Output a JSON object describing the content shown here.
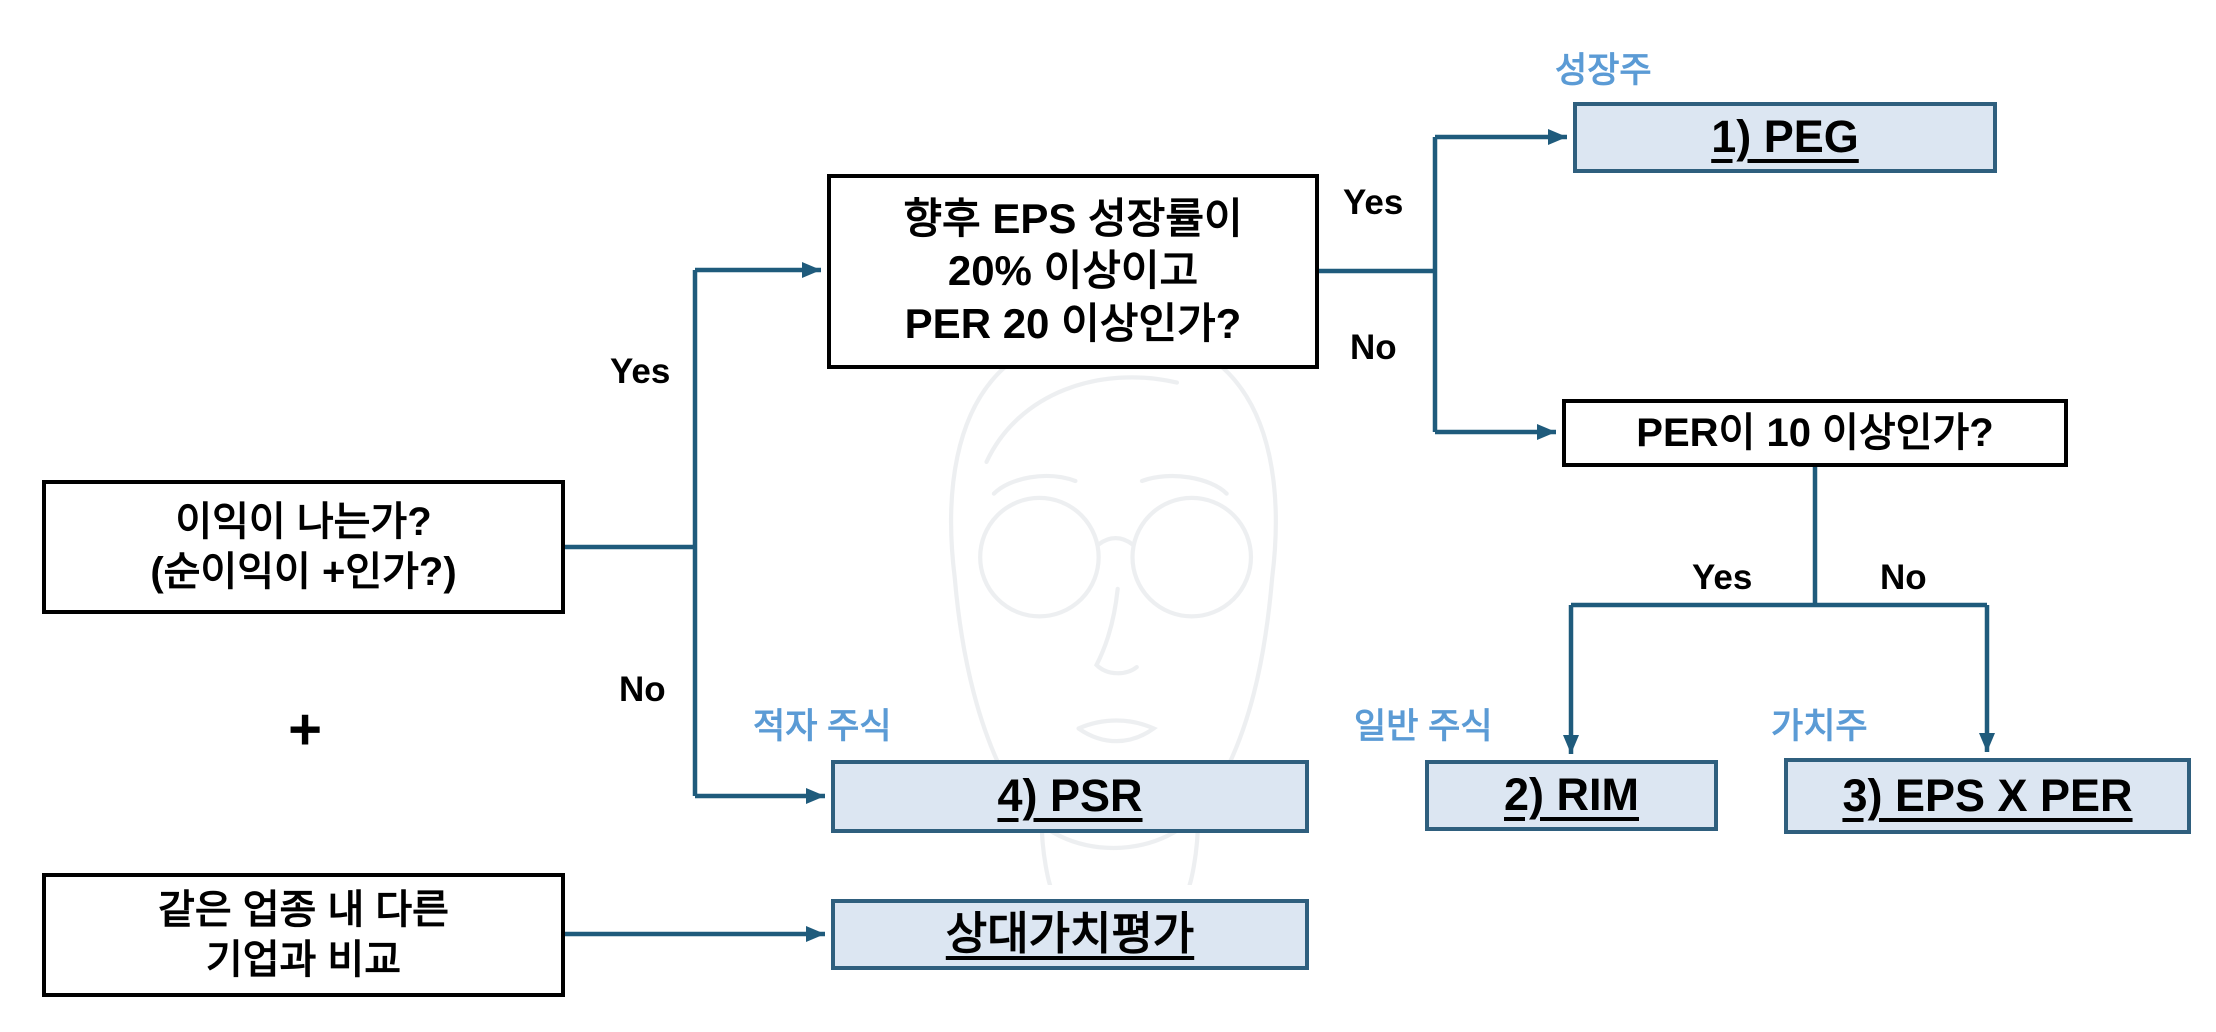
{
  "diagram": {
    "nodes": {
      "profit_question": "이익이 나는가?\n(순이익이 +인가?)",
      "plus": "+",
      "compare_question": "같은 업종 내 다른\n기업과 비교",
      "eps_growth_question": "향후 EPS 성장률이\n20% 이상이고\nPER 20 이상인가?",
      "per10_question": "PER이 10 이상인가?",
      "peg": "1) PEG",
      "rim": "2) RIM",
      "eps_x_per": "3) EPS X PER",
      "psr": "4) PSR",
      "relative_valuation": "상대가치평가"
    },
    "branch_labels": {
      "profit_yes": "Yes",
      "profit_no": "No",
      "growth_yes": "Yes",
      "growth_no": "No",
      "per10_yes": "Yes",
      "per10_no": "No"
    },
    "category_labels": {
      "growth_stock": "성장주",
      "deficit_stock": "적자 주식",
      "general_stock": "일반 주식",
      "value_stock": "가치주"
    },
    "colors": {
      "connector": "#1f5b7c",
      "result_box_bg": "#dce6f2",
      "result_box_border": "#2f5f7e",
      "category_label": "#5b9bd5"
    }
  }
}
